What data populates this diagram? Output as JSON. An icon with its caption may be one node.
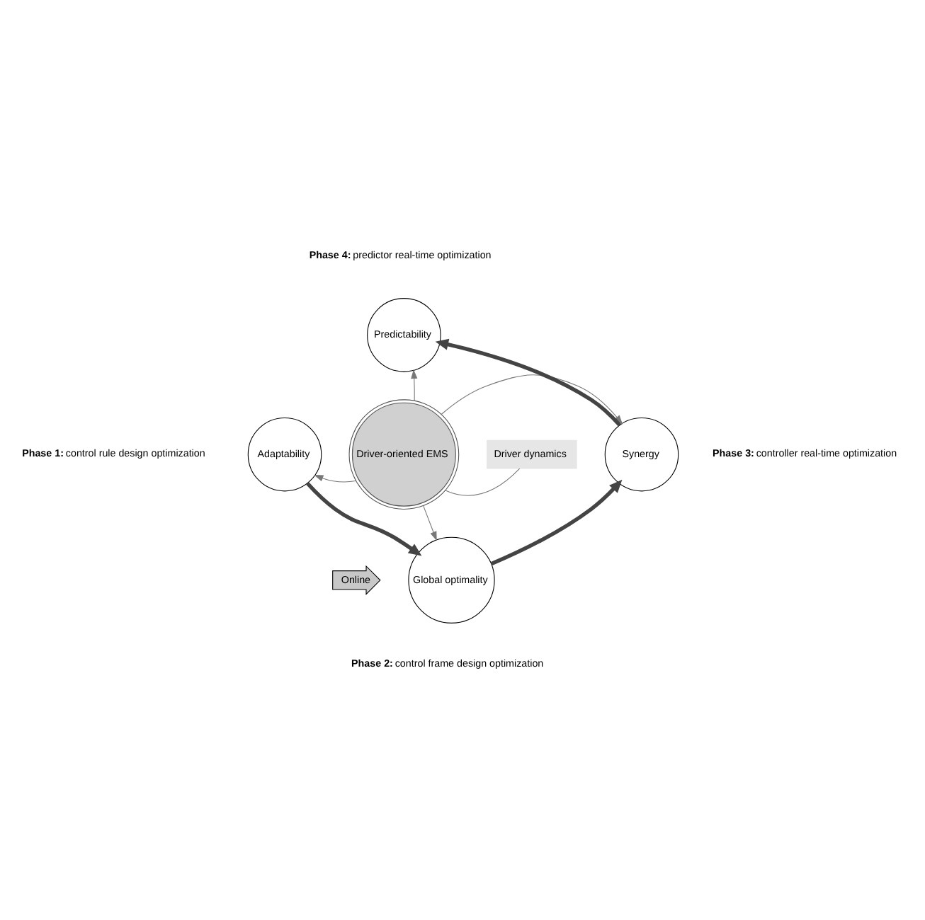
{
  "diagram": {
    "nodes": [
      {
        "text": [
          "Driver-oriented EMS"
        ]
      },
      {
        "text": [
          "Predictability"
        ]
      },
      {
        "text": [
          "Adaptability"
        ]
      },
      {
        "text": [
          "Synergy"
        ]
      },
      {
        "text": [
          "Global optimality"
        ]
      },
      {
        "text": [
          "Driver dynamics"
        ]
      },
      {
        "text": [
          "Online"
        ]
      }
    ],
    "edges": [
      {
        "from": 0,
        "to": 1,
        "arrow": "to"
      },
      {
        "from": 0,
        "to": 2,
        "arrow": "to"
      },
      {
        "from": 0,
        "to": 3,
        "arrow": "to"
      },
      {
        "from": 0,
        "to": 4,
        "arrow": "to"
      },
      {
        "from": 5,
        "to": 0,
        "arrow": "none"
      },
      {
        "from": 2,
        "to": 4,
        "arrow": "to",
        "style": "thick"
      },
      {
        "from": 4,
        "to": 3,
        "arrow": "to",
        "style": "thick"
      },
      {
        "from": 3,
        "to": 1,
        "arrow": "to",
        "style": "thick"
      }
    ],
    "labels": [
      "**Phase 4:** predictor real-time optimization",
      "**Phase 3:** controller real-time optimization",
      "**Phase 1:** control rule design optimization",
      "**Phase 2:** control frame design optimization"
    ]
  }
}
